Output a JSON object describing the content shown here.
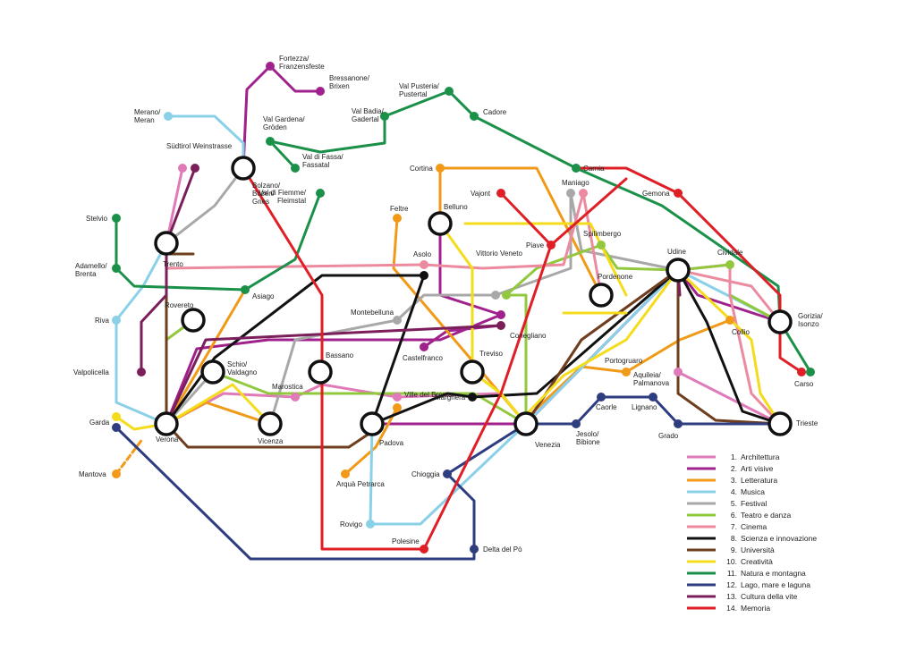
{
  "lines": [
    {
      "id": "l1",
      "num": "1.",
      "name": "Architettura",
      "color": "#e07ab8"
    },
    {
      "id": "l2",
      "num": "2.",
      "name": "Arti visive",
      "color": "#a0208c"
    },
    {
      "id": "l3",
      "num": "3.",
      "name": "Letteratura",
      "color": "#f09a18"
    },
    {
      "id": "l4",
      "num": "4.",
      "name": "Musica",
      "color": "#8ad0e8"
    },
    {
      "id": "l5",
      "num": "5.",
      "name": "Festival",
      "color": "#a8a8a8"
    },
    {
      "id": "l6",
      "num": "6.",
      "name": "Teatro e danza",
      "color": "#92c83e"
    },
    {
      "id": "l7",
      "num": "7.",
      "name": "Cinema",
      "color": "#ec8aa0"
    },
    {
      "id": "l8",
      "num": "8.",
      "name": "Scienza e innovazione",
      "color": "#111111"
    },
    {
      "id": "l9",
      "num": "9.",
      "name": "Università",
      "color": "#6e3f1e"
    },
    {
      "id": "l10",
      "num": "10.",
      "name": "Creatività",
      "color": "#f4dc1c"
    },
    {
      "id": "l11",
      "num": "11.",
      "name": "Natura e montagna",
      "color": "#1a9048"
    },
    {
      "id": "l12",
      "num": "12.",
      "name": "Lago, mare e laguna",
      "color": "#2e3c80"
    },
    {
      "id": "l13",
      "num": "13.",
      "name": "Cultura della vite",
      "color": "#7a1f5a"
    },
    {
      "id": "l14",
      "num": "14.",
      "name": "Memoria",
      "color": "#e01e26"
    }
  ],
  "hubs": [
    {
      "id": "trento",
      "label": "Trento"
    },
    {
      "id": "bolzano",
      "label": "Bolzano/ Bozen/ Gries"
    },
    {
      "id": "rovereto",
      "label": "Rovereto"
    },
    {
      "id": "schio",
      "label": "Schio/ Valdagno"
    },
    {
      "id": "bassano",
      "label": "Bassano"
    },
    {
      "id": "verona",
      "label": "Verona"
    },
    {
      "id": "vicenza",
      "label": "Vicenza"
    },
    {
      "id": "padova",
      "label": "Padova"
    },
    {
      "id": "venezia",
      "label": "Venezia"
    },
    {
      "id": "treviso",
      "label": "Treviso"
    },
    {
      "id": "belluno",
      "label": "Belluno"
    },
    {
      "id": "pordenone",
      "label": "Pordenone"
    },
    {
      "id": "udine",
      "label": "Udine"
    },
    {
      "id": "gorizia",
      "label": "Gorizia/ Isonzo"
    },
    {
      "id": "trieste",
      "label": "Trieste"
    }
  ],
  "stops": [
    {
      "id": "fortezza",
      "label": "Fortezza/ Franzensfeste",
      "color": "#a0208c"
    },
    {
      "id": "bressanone",
      "label": "Bressanone/ Brixen",
      "color": "#a0208c"
    },
    {
      "id": "merano",
      "label": "Merano/ Meran",
      "color": "#8ad0e8"
    },
    {
      "id": "sudtirol",
      "label": "Südtirol Weinstrasse",
      "color": "#e07ab8"
    },
    {
      "id": "sudtirol2",
      "label": "",
      "color": "#7a1f5a"
    },
    {
      "id": "valgardena",
      "label": "Val Gardena/ Gröden",
      "color": "#1a9048"
    },
    {
      "id": "valfassa",
      "label": "Val di Fassa/ Fassatal",
      "color": "#1a9048"
    },
    {
      "id": "valfiemme",
      "label": "Val di Fiemme/ Fleimstal",
      "color": "#1a9048"
    },
    {
      "id": "valbadia",
      "label": "Val Badia/ Gadertal",
      "color": "#1a9048"
    },
    {
      "id": "valpusteria",
      "label": "Val Pusteria/ Pustertal",
      "color": "#1a9048"
    },
    {
      "id": "cadore",
      "label": "Cadore",
      "color": "#1a9048"
    },
    {
      "id": "carnia",
      "label": "Carnia",
      "color": "#1a9048"
    },
    {
      "id": "stelvio",
      "label": "Stelvio",
      "color": "#1a9048"
    },
    {
      "id": "adamello",
      "label": "Adamello/ Brenta",
      "color": "#1a9048"
    },
    {
      "id": "asiago",
      "label": "Asiago",
      "color": "#1a9048"
    },
    {
      "id": "riva",
      "label": "Riva",
      "color": "#8ad0e8"
    },
    {
      "id": "valpolicella",
      "label": "Valpolicella",
      "color": "#7a1f5a"
    },
    {
      "id": "garda",
      "label": "Garda",
      "color": "#f4dc1c"
    },
    {
      "id": "garda2",
      "label": "",
      "color": "#2e3c80"
    },
    {
      "id": "mantova",
      "label": "Mantova",
      "color": "#f09a18"
    },
    {
      "id": "cortina",
      "label": "Cortina",
      "color": "#f09a18"
    },
    {
      "id": "vajont",
      "label": "Vajont",
      "color": "#e01e26"
    },
    {
      "id": "maniago",
      "label": "Maniago",
      "color": "#a8a8a8"
    },
    {
      "id": "maniago2",
      "label": "",
      "color": "#ec8aa0"
    },
    {
      "id": "gemona",
      "label": "Gemona",
      "color": "#e01e26"
    },
    {
      "id": "feltre",
      "label": "Feltre",
      "color": "#f09a18"
    },
    {
      "id": "piave",
      "label": "Piave",
      "color": "#e01e26"
    },
    {
      "id": "spilimbergo",
      "label": "Spilimbergo",
      "color": "#92c83e"
    },
    {
      "id": "cividale",
      "label": "Cividale",
      "color": "#92c83e"
    },
    {
      "id": "asolo",
      "label": "Asolo",
      "color": "#ec8aa0"
    },
    {
      "id": "asolo2",
      "label": "",
      "color": "#111111"
    },
    {
      "id": "vittorio",
      "label": "Vittorio Veneto",
      "color": "#a8a8a8"
    },
    {
      "id": "vittorio2",
      "label": "",
      "color": "#92c83e"
    },
    {
      "id": "montebelluna",
      "label": "Montebelluna",
      "color": "#a8a8a8"
    },
    {
      "id": "conegliano",
      "label": "Conegliano",
      "color": "#a0208c"
    },
    {
      "id": "conegliano2",
      "label": "",
      "color": "#7a1f5a"
    },
    {
      "id": "castelfranco",
      "label": "Castelfranco",
      "color": "#a0208c"
    },
    {
      "id": "collio",
      "label": "Collio",
      "color": "#f09a18"
    },
    {
      "id": "portogruaro",
      "label": "Portogruaro",
      "color": "#f09a18"
    },
    {
      "id": "aquileia",
      "label": "Aquileia/ Palmanova",
      "color": "#e07ab8"
    },
    {
      "id": "carso",
      "label": "Carso",
      "color": "#e01e26"
    },
    {
      "id": "carso2",
      "label": "",
      "color": "#1a9048"
    },
    {
      "id": "marostica",
      "label": "Marostica",
      "color": "#e07ab8"
    },
    {
      "id": "villebrenta",
      "label": "Ville del Brenta",
      "color": "#e07ab8"
    },
    {
      "id": "villebrenta2",
      "label": "",
      "color": "#f09a18"
    },
    {
      "id": "marghera",
      "label": "Marghera",
      "color": "#111111"
    },
    {
      "id": "caorle",
      "label": "Caorle",
      "color": "#2e3c80"
    },
    {
      "id": "lignano",
      "label": "Lignano",
      "color": "#2e3c80"
    },
    {
      "id": "jesolo",
      "label": "Jesolo/ Bibione",
      "color": "#2e3c80"
    },
    {
      "id": "grado",
      "label": "Grado",
      "color": "#2e3c80"
    },
    {
      "id": "arqua",
      "label": "Arquà Petrarca",
      "color": "#f09a18"
    },
    {
      "id": "chioggia",
      "label": "Chioggia",
      "color": "#2e3c80"
    },
    {
      "id": "rovigo",
      "label": "Rovigo",
      "color": "#8ad0e8"
    },
    {
      "id": "polesine",
      "label": "Polesine",
      "color": "#e01e26"
    },
    {
      "id": "deltapo",
      "label": "Delta del Pò",
      "color": "#2e3c80"
    }
  ]
}
